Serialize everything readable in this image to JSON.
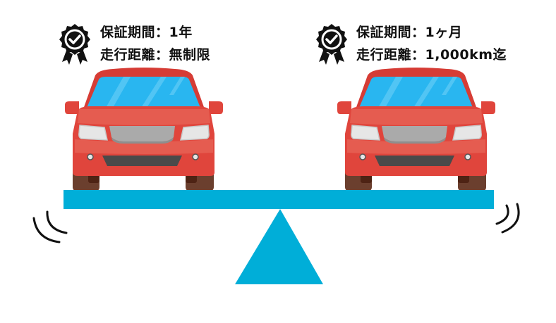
{
  "left_car": {
    "warranty_period": "保証期間：1年",
    "mileage": "走行距離：無制限"
  },
  "right_car": {
    "warranty_period": "保証期間：1ヶ月",
    "mileage": "走行距離：1,000km迄"
  },
  "colors": {
    "car_body": "#E0453C",
    "windshield": "#29B6F0",
    "seesaw": "#00AED8",
    "badge": "#111111"
  }
}
